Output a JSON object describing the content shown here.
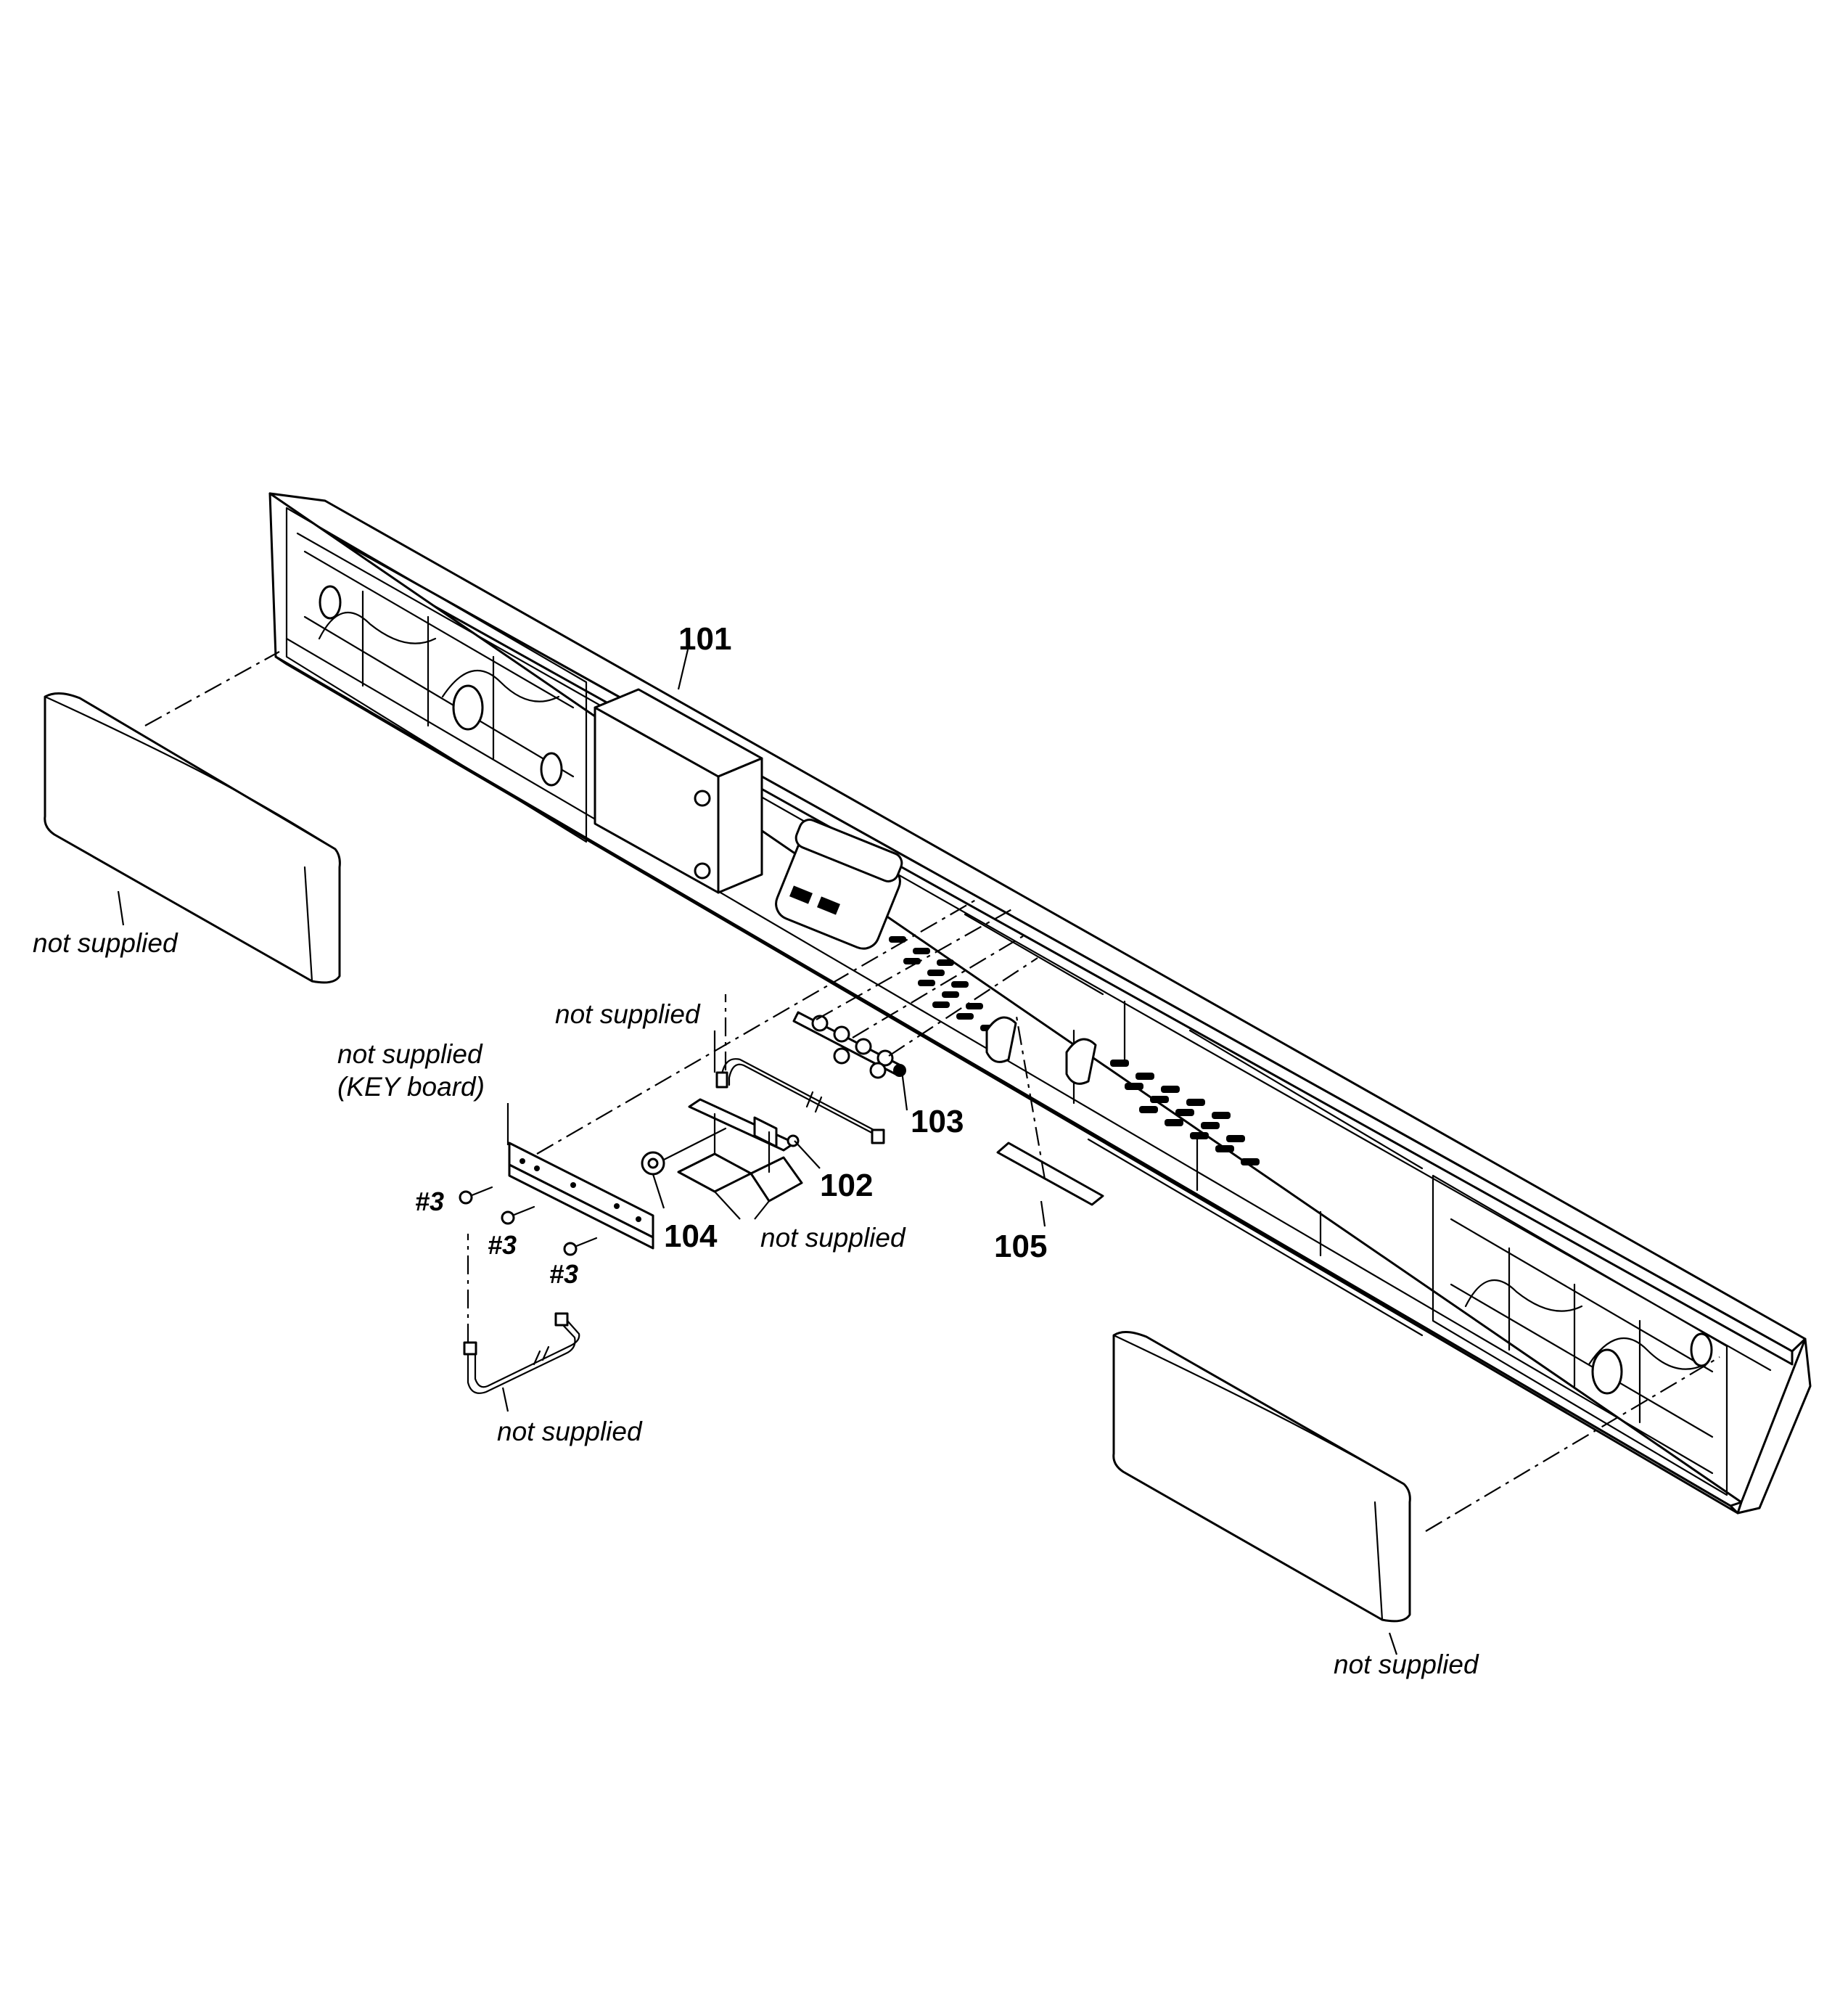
{
  "callouts": {
    "p101": "101",
    "p102": "102",
    "p103": "103",
    "p104": "104",
    "p105": "105"
  },
  "notes": {
    "grille_left": "not supplied",
    "grille_right": "not supplied",
    "wire_top": "not supplied",
    "key_board_line1": "not supplied",
    "key_board_line2": "(KEY board)",
    "sheets": "not supplied",
    "wire_bottom": "not supplied"
  },
  "screws": {
    "s1": "#3",
    "s2": "#3",
    "s3": "#3"
  }
}
